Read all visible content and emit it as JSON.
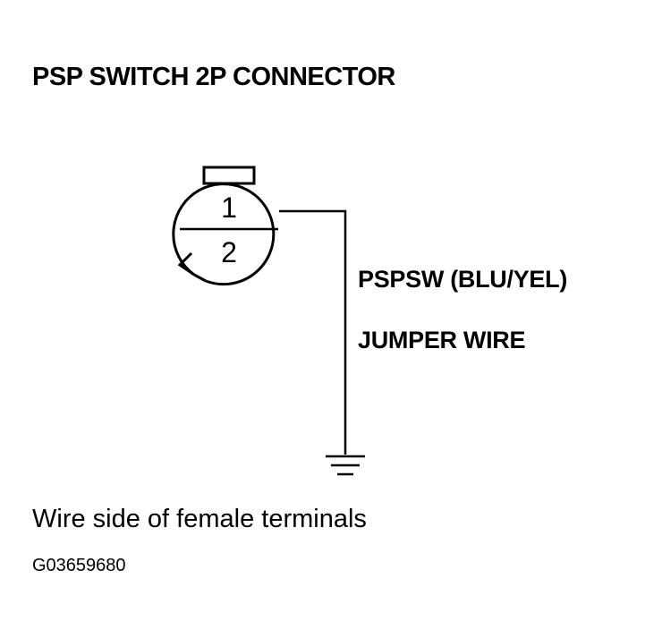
{
  "title": "PSP SWITCH 2P CONNECTOR",
  "connector": {
    "pins": [
      {
        "number": "1"
      },
      {
        "number": "2"
      }
    ]
  },
  "wire_labels": {
    "signal": "PSPSW (BLU/YEL)",
    "jumper": "JUMPER WIRE"
  },
  "caption": "Wire side of female terminals",
  "figure_code": "G03659680",
  "icons": {
    "ground": "ground-symbol-icon"
  }
}
